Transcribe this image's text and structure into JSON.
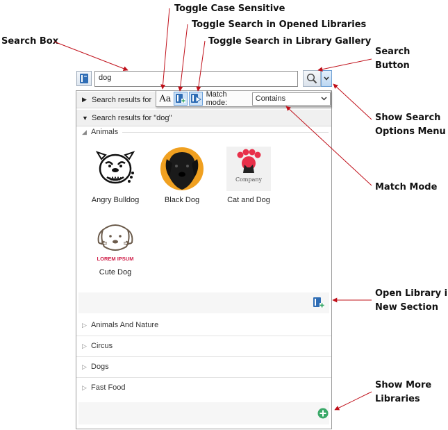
{
  "annotations": {
    "toggle_case": "Toggle Case Sensitive",
    "toggle_opened": "Toggle Search in Opened Libraries",
    "toggle_gallery": "Toggle Search in Library Gallery",
    "search_box": "Search Box",
    "search_button_l1": "Search",
    "search_button_l2": "Button",
    "show_options_l1": "Show Search",
    "show_options_l2": "Options Menu",
    "match_mode": "Match Mode",
    "open_library_l1": "Open Library in",
    "open_library_l2": "New Section",
    "show_more_l1": "Show More",
    "show_more_l2": "Libraries"
  },
  "search": {
    "value": "dog",
    "icon": "magnifier-icon",
    "options_icon": "chevron-down-icon"
  },
  "popup": {
    "case_label": "Aa",
    "match_mode_label": "Match mode:",
    "match_mode_value": "Contains"
  },
  "results": {
    "collapsed_header": "Search results for",
    "expanded_header": "Search results for \"dog\"",
    "active_section": "Animals",
    "items": [
      {
        "label": "Angry Bulldog"
      },
      {
        "label": "Black Dog"
      },
      {
        "label": "Cat and Dog",
        "logo_text": "Company"
      },
      {
        "label": "Cute Dog",
        "logo_text": "LOREM IPSUM"
      }
    ],
    "other_sections": [
      "Animals And Nature",
      "Circus",
      "Dogs",
      "Fast Food"
    ]
  },
  "colors": {
    "accent_blue": "#2f6db5",
    "add_green": "#3aa868",
    "arrow_red": "#c0101a"
  }
}
